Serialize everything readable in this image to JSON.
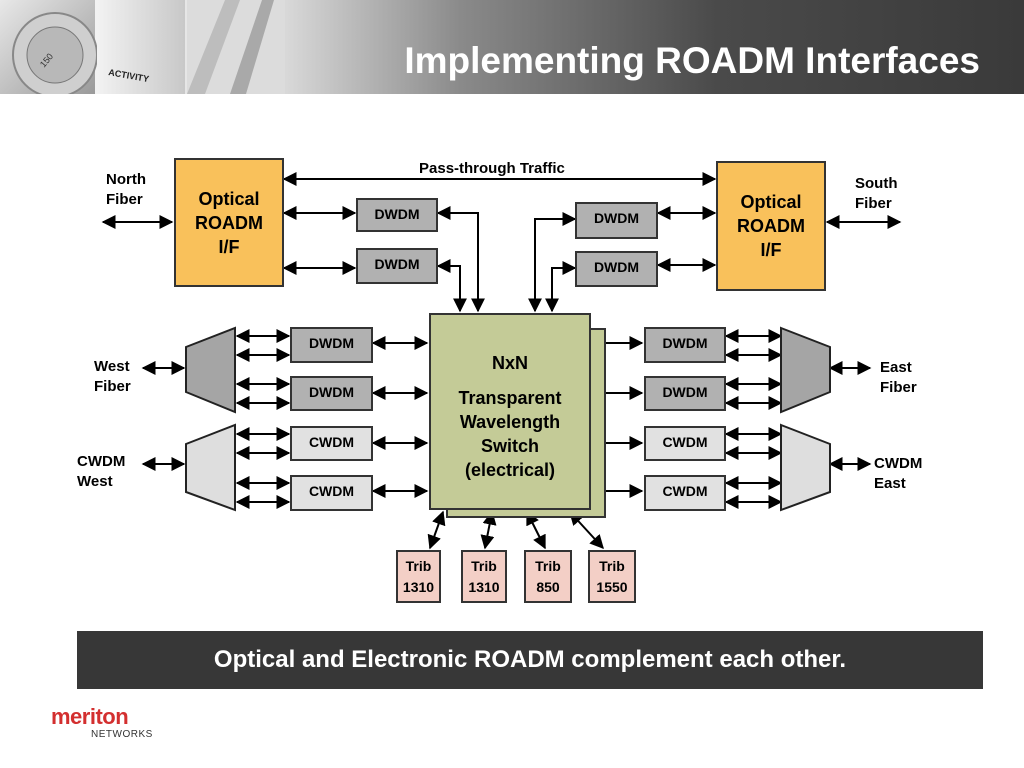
{
  "title": "Implementing ROADM Interfaces",
  "header_photo_text": {
    "line1": "ACTIVITY",
    "dial": "150"
  },
  "pass_through": "Pass-through Traffic",
  "roadm_left": [
    "Optical",
    "ROADM",
    "I/F"
  ],
  "roadm_right": [
    "Optical",
    "ROADM",
    "I/F"
  ],
  "top_devices": {
    "left_upper": "DWDM",
    "left_lower": "DWDM",
    "right_upper": "DWDM",
    "right_lower": "DWDM"
  },
  "left_devices": [
    "DWDM",
    "DWDM",
    "CWDM",
    "CWDM"
  ],
  "right_devices": [
    "DWDM",
    "DWDM",
    "CWDM",
    "CWDM"
  ],
  "switch": {
    "title": "NxN",
    "desc": [
      "Transparent",
      "Wavelength",
      "Switch",
      "(electrical)"
    ]
  },
  "tribs": [
    {
      "line1": "Trib",
      "line2": "1310"
    },
    {
      "line1": "Trib",
      "line2": "1310"
    },
    {
      "line1": "Trib",
      "line2": "850"
    },
    {
      "line1": "Trib",
      "line2": "1550"
    }
  ],
  "labels": {
    "north": [
      "North",
      "Fiber"
    ],
    "south": [
      "South",
      "Fiber"
    ],
    "west": [
      "West",
      "Fiber"
    ],
    "east": [
      "East",
      "Fiber"
    ],
    "cwdm_west": [
      "CWDM",
      "West"
    ],
    "cwdm_east": [
      "CWDM",
      "East"
    ]
  },
  "caption": "Optical and Electronic ROADM complement each other.",
  "logo": {
    "main": "meriton",
    "sub": "NETWORKS"
  },
  "colors": {
    "roadm": "#f9c15b",
    "transponder_dwdm": "#b1b1b1",
    "transponder_cwdm": "#e1e1e1",
    "switch": "#c4cb97",
    "trib": "#f3cfc6",
    "banner": "#373737",
    "logo": "#d32f2f"
  }
}
